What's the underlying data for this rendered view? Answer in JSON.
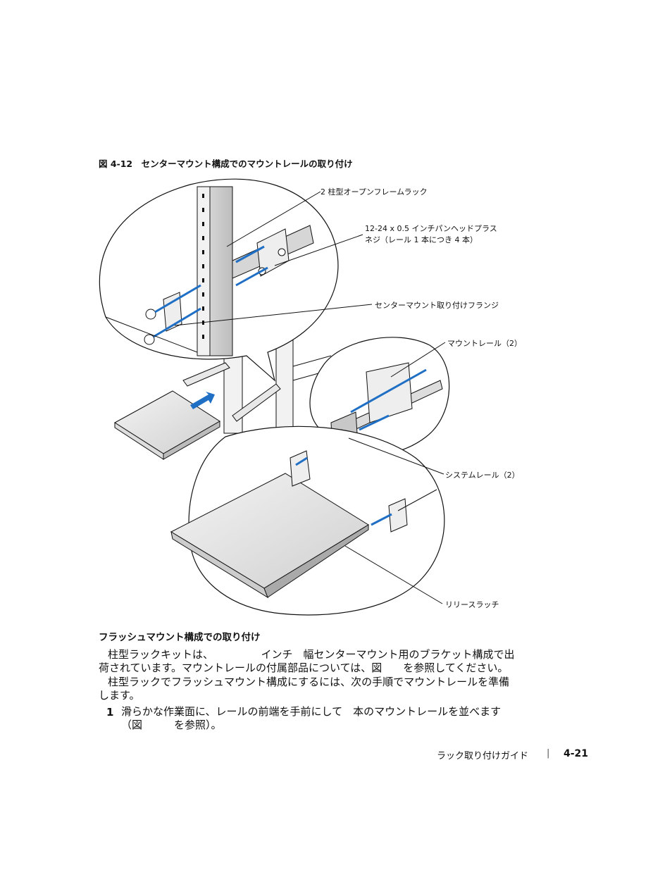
{
  "figure": {
    "title": "図 4-12　センターマウント構成でのマウントレールの取り付け",
    "callouts": {
      "rack": "2 柱型オープンフレームラック",
      "screw_line1": "12-24 x 0.5 インチパンヘッドプラス",
      "screw_line2": "ネジ（レール 1 本につき 4 本）",
      "flange": "センターマウント取り付けフランジ",
      "mount_rail": "マウントレール（2）",
      "system_rail": "システムレール（2）",
      "release_latch": "リリースラッチ"
    }
  },
  "section": {
    "heading": "フラッシュマウント構成での取り付け",
    "para1_line1": "柱型ラックキットは、　　　　　インチ　幅センターマウント用のブラケット構成で出",
    "para1_line2": "荷されています。マウントレールの付属部品については、図　　を参照してください。",
    "para2_line1": "柱型ラックでフラッシュマウント構成にするには、次の手順でマウントレールを準備",
    "para2_line2": "します。",
    "step_number": "1",
    "step_line1": "滑らかな作業面に、レールの前端を手前にして　本のマウントレールを並べます",
    "step_line2": "（図　　　を参照）。"
  },
  "footer": {
    "guide_title": "ラック取り付けガイド",
    "separator": "|",
    "page_number": "4-21"
  },
  "colors": {
    "arrow_blue": "#1f6fc4",
    "line": "#111111",
    "rail_gray": "#d9d9d9"
  }
}
